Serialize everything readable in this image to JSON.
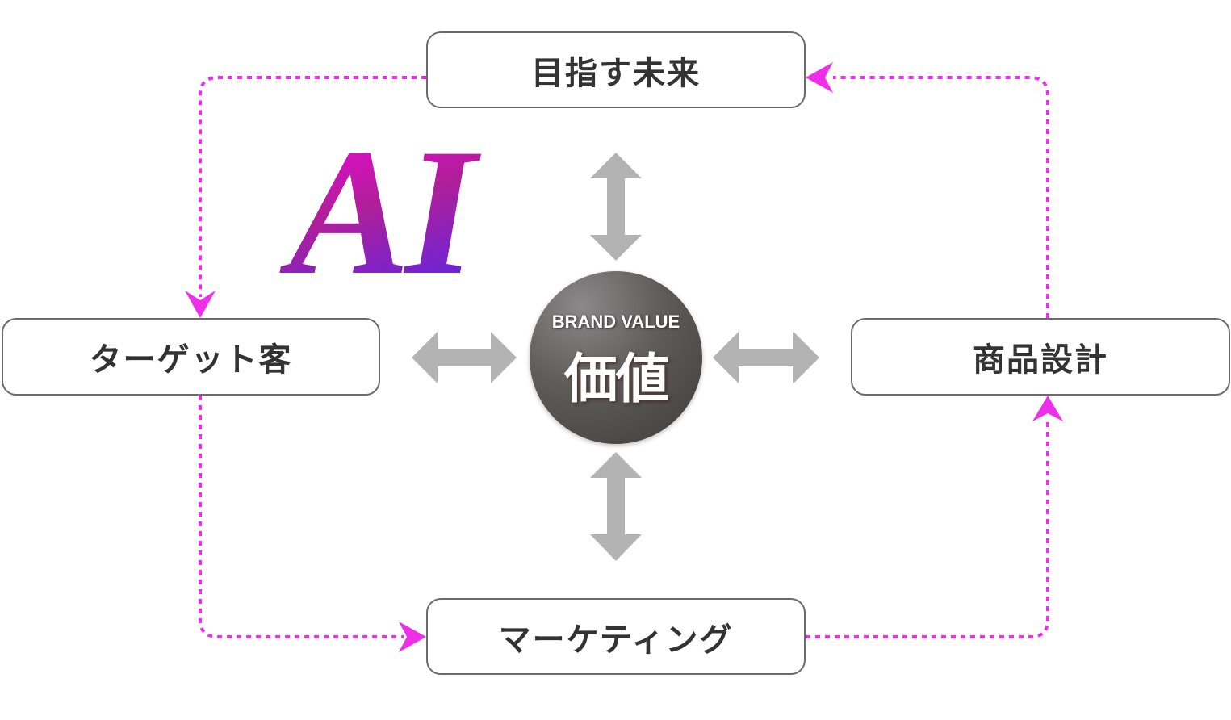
{
  "diagram": {
    "title_logo": "AI",
    "center": {
      "subtitle": "BRAND VALUE",
      "title": "価値"
    },
    "nodes": {
      "top": "目指す未来",
      "left": "ターゲット客",
      "right": "商品設計",
      "bottom": "マーケティング"
    },
    "flow_order": [
      "目指す未来",
      "ターゲット客",
      "マーケティング",
      "商品設計",
      "目指す未来"
    ],
    "colors": {
      "flow_arrow": "#ee2ee8",
      "double_arrow": "#b3b3b3",
      "box_border": "#6b6b6b",
      "box_text": "#333333",
      "logo_gradient_top": "#ff00ee",
      "logo_gradient_mid": "#a8208f",
      "logo_gradient_bottom": "#6a24d8",
      "center_circle": "#555252"
    }
  }
}
